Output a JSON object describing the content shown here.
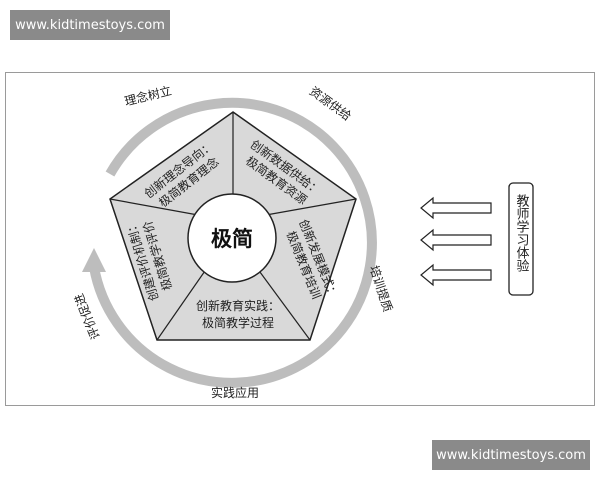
{
  "watermark_text": "www.kidtimestoys.com",
  "center_label": "极简",
  "segments": {
    "top_left": [
      "创新理念导向：",
      "极简教育理念"
    ],
    "top_right": [
      "创新数据供给：",
      "极简教育资源"
    ],
    "right": [
      "创新发展模式：",
      "极简教育培训"
    ],
    "bottom": [
      "创新教育实践：",
      "极简教学过程"
    ],
    "left": [
      "创建评价机制：",
      "极简教学评价"
    ]
  },
  "cycle_labels": {
    "top_left": "理念树立",
    "top_right": "资源供给",
    "right": "培训提质",
    "bottom": "实践应用",
    "left": "评价促进"
  },
  "teacher_box": "教师学习体验",
  "colors": {
    "pentagon_fill": "#d9d9d9",
    "outline": "#222222",
    "arrow_fill": "#bdbdbd",
    "watermark_bg": "#8a8a8a"
  }
}
